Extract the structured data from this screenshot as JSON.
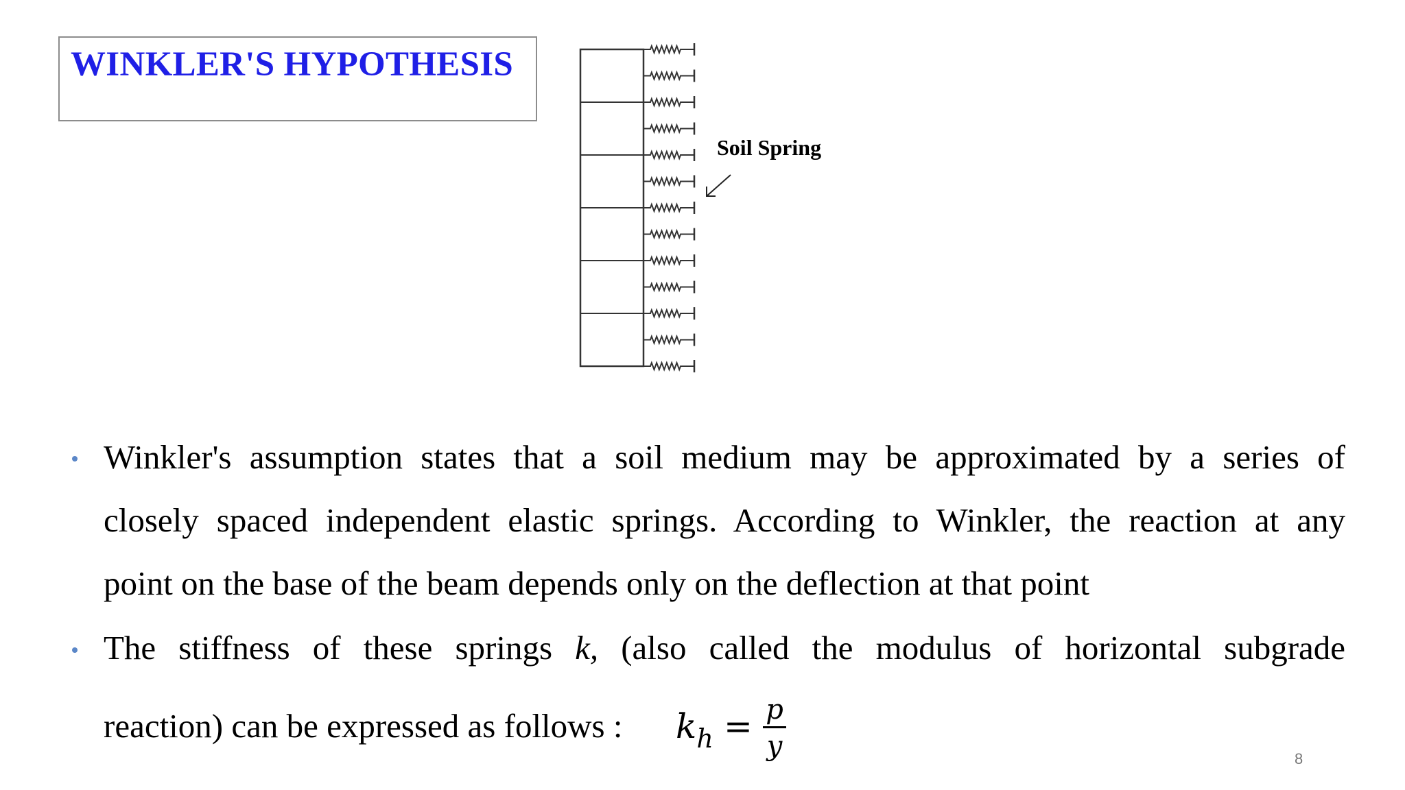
{
  "title": "WINKLER'S HYPOTHESIS",
  "diagram": {
    "label": "Soil Spring",
    "beam_segments": 6,
    "spring_count": 13
  },
  "bullets": [
    {
      "lines": [
        "Winkler's assumption states that a soil medium may be approximated by a series of",
        "closely spaced independent elastic springs. According to Winkler, the reaction at any",
        "point on the base of the beam depends only on the deflection at that point"
      ]
    },
    {
      "line1_pre": "The stiffness of these springs",
      "line1_k": "k,",
      "line1_post": "(also called the modulus of horizontal subgrade",
      "line2": "reaction) can be expressed as follows :",
      "formula": {
        "lhs": "k",
        "lhs_sub": "h",
        "eq": "=",
        "numerator": "p",
        "denominator": "y"
      }
    }
  ],
  "page_number": "8",
  "colors": {
    "title": "#1f1fe6",
    "bullet": "#5b87c8",
    "page_number": "#777777"
  }
}
